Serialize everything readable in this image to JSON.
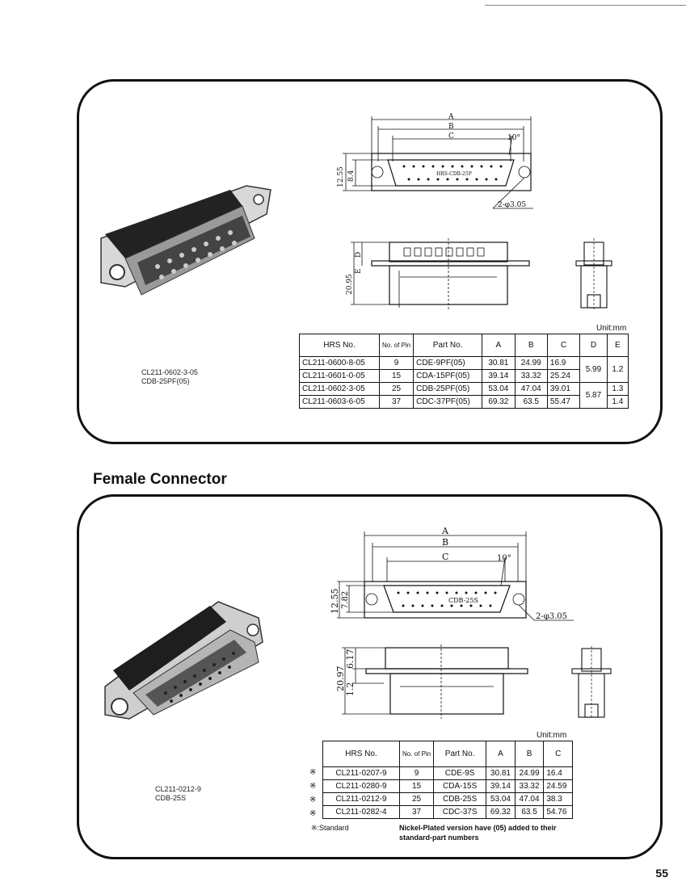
{
  "page_number": "55",
  "male": {
    "caption_line1": "CL211-0602-3-05",
    "caption_line2": "CDB-25PF(05)",
    "unit": "Unit:mm",
    "drawing": {
      "dim_a": "A",
      "dim_b": "B",
      "dim_c": "C",
      "angle": "10°",
      "hole": "2-φ3.05",
      "height_total": "12.55",
      "height_inner": "8.4",
      "side_total": "20.95",
      "side_e": "E",
      "side_d": "D",
      "connector_label": "HRS-CDB-25P"
    },
    "table": {
      "headers": {
        "hrs": "HRS No.",
        "pin": "No. of Pin",
        "part": "Part No.",
        "a": "A",
        "b": "B",
        "c": "C",
        "d": "D",
        "e": "E"
      },
      "rows": [
        {
          "hrs": "CL211-0600-8-05",
          "pin": "9",
          "part": "CDE-9PF(05)",
          "a": "30.81",
          "b": "24.99",
          "c": "16.9"
        },
        {
          "hrs": "CL211-0601-0-05",
          "pin": "15",
          "part": "CDA-15PF(05)",
          "a": "39.14",
          "b": "33.32",
          "c": "25.24"
        },
        {
          "hrs": "CL211-0602-3-05",
          "pin": "25",
          "part": "CDB-25PF(05)",
          "a": "53.04",
          "b": "47.04",
          "c": "39.01"
        },
        {
          "hrs": "CL211-0603-6-05",
          "pin": "37",
          "part": "CDC-37PF(05)",
          "a": "69.32",
          "b": "63.5",
          "c": "55.47"
        }
      ],
      "d_group1": "5.99",
      "d_group2": "5.87",
      "e_group1": "1.2",
      "e_row3": "1.3",
      "e_row4": "1.4"
    }
  },
  "female": {
    "title": "Female Connector",
    "caption_line1": "CL211-0212-9",
    "caption_line2": "CDB-25S",
    "unit": "Unit:mm",
    "drawing": {
      "dim_a": "A",
      "dim_b": "B",
      "dim_c": "C",
      "angle": "10°",
      "hole": "2-φ3.05",
      "height_total": "12.55",
      "height_inner": "7.82",
      "side_total": "20.97",
      "side_upper": "6.17",
      "side_lower": "1.2",
      "connector_label": "CDB-25S"
    },
    "table": {
      "headers": {
        "hrs": "HRS No.",
        "pin": "No. of Pin",
        "part": "Part No.",
        "a": "A",
        "b": "B",
        "c": "C"
      },
      "rows": [
        {
          "mark": "※",
          "hrs": "CL211-0207-9",
          "pin": "9",
          "part": "CDE-9S",
          "a": "30.81",
          "b": "24.99",
          "c": "16.4"
        },
        {
          "mark": "※",
          "hrs": "CL211-0280-9",
          "pin": "15",
          "part": "CDA-15S",
          "a": "39.14",
          "b": "33.32",
          "c": "24.59"
        },
        {
          "mark": "※",
          "hrs": "CL211-0212-9",
          "pin": "25",
          "part": "CDB-25S",
          "a": "53.04",
          "b": "47.04",
          "c": "38.3"
        },
        {
          "mark": "※",
          "hrs": "CL211-0282-4",
          "pin": "37",
          "part": "CDC-37S",
          "a": "69.32",
          "b": "63.5",
          "c": "54.76"
        }
      ]
    },
    "footnote_standard": "※:Standard",
    "footnote_nickel_line1": "Nickel-Plated version have (05) added to their",
    "footnote_nickel_line2": "standard-part numbers"
  }
}
